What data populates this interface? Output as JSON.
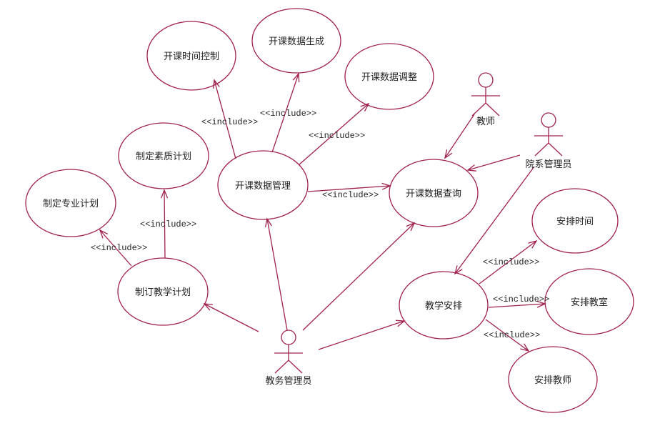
{
  "stroke_color": "#a0224a",
  "include_label": "<<include>>",
  "use_cases": {
    "time_control": "开课时间控制",
    "data_gen": "开课数据生成",
    "data_adjust": "开课数据调整",
    "quality_plan": "制定素质计划",
    "major_plan": "制定专业计划",
    "data_manage": "开课数据管理",
    "data_query": "开课数据查询",
    "teaching_plan": "制订教学计划",
    "teaching_arrange": "教学安排",
    "arrange_time": "安排时间",
    "arrange_room": "安排教室",
    "arrange_teacher": "安排教师"
  },
  "actors": {
    "teacher": "教师",
    "dept_admin": "院系管理员",
    "academic_admin": "教务管理员"
  }
}
